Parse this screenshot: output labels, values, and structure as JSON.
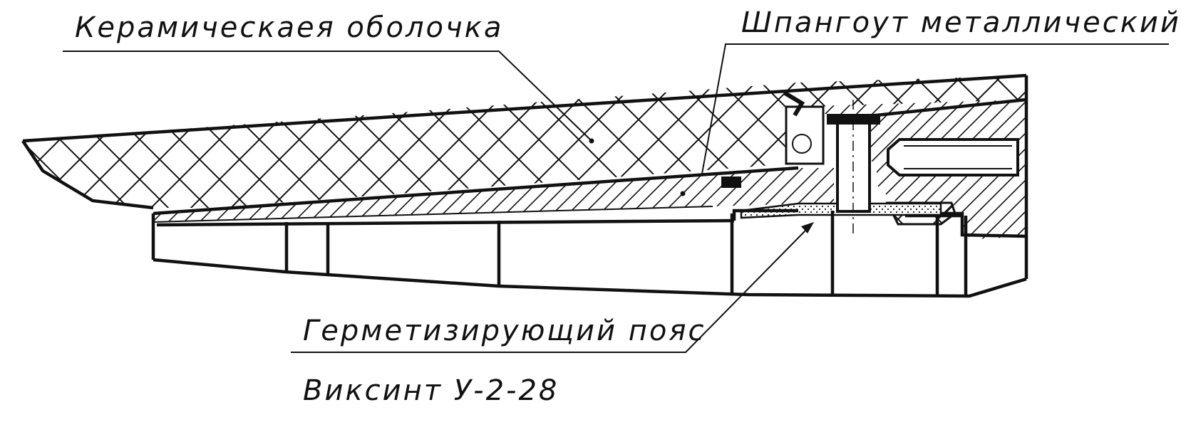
{
  "labels": {
    "ceramic_shell": "Керамическаея оболочка",
    "metal_frame": "Шпангоут металлический",
    "sealing_belt": "Герметизирующий пояс",
    "sealant_grade": "Виксинт У-2-28"
  }
}
